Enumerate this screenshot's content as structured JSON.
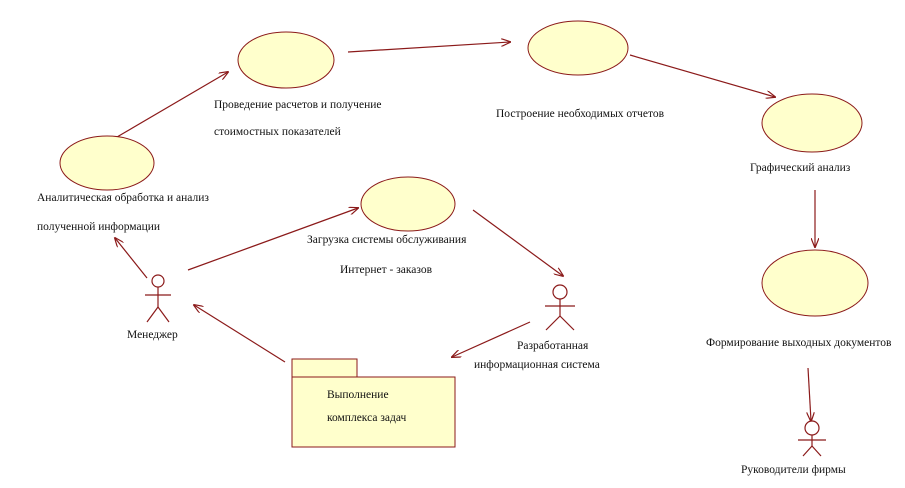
{
  "use_cases": {
    "analysis": {
      "label_line1": "Аналитическая обработка и анализ",
      "label_line2": "полученной информации"
    },
    "calc": {
      "label_line1": "Проведение расчетов и получение",
      "label_line2": "стоимостных показателей"
    },
    "reports": {
      "label": "Построение необходимых отчетов"
    },
    "graphic": {
      "label": "Графический анализ"
    },
    "loading": {
      "label_line1": "Загрузка системы обслуживания",
      "label_line2": "Интернет  - заказов"
    },
    "output_docs": {
      "label": "Формирование выходных документов"
    }
  },
  "actors": {
    "manager": {
      "label": "Менеджер"
    },
    "system": {
      "label_line1": "Разработанная",
      "label_line2": "информационная  система"
    },
    "heads": {
      "label": "Руководители фирмы"
    }
  },
  "package": {
    "label_line1": "Выполнение",
    "label_line2": "комплекса задач"
  },
  "colors": {
    "stroke": "#8b1a1a",
    "fill": "#ffffcc"
  }
}
